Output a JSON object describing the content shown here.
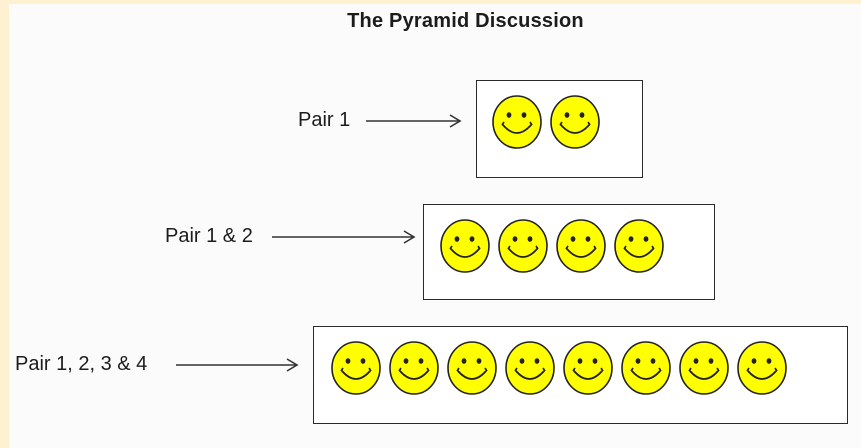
{
  "title": "The Pyramid Discussion",
  "colors": {
    "face_fill": "#ffff00",
    "face_outline": "#222222",
    "background": "#fdf1d2"
  },
  "icon": "smiley-face-icon",
  "rows": [
    {
      "label": "Pair 1",
      "faces": 2
    },
    {
      "label": "Pair 1 & 2",
      "faces": 4
    },
    {
      "label": "Pair 1, 2, 3 & 4",
      "faces": 8
    }
  ]
}
